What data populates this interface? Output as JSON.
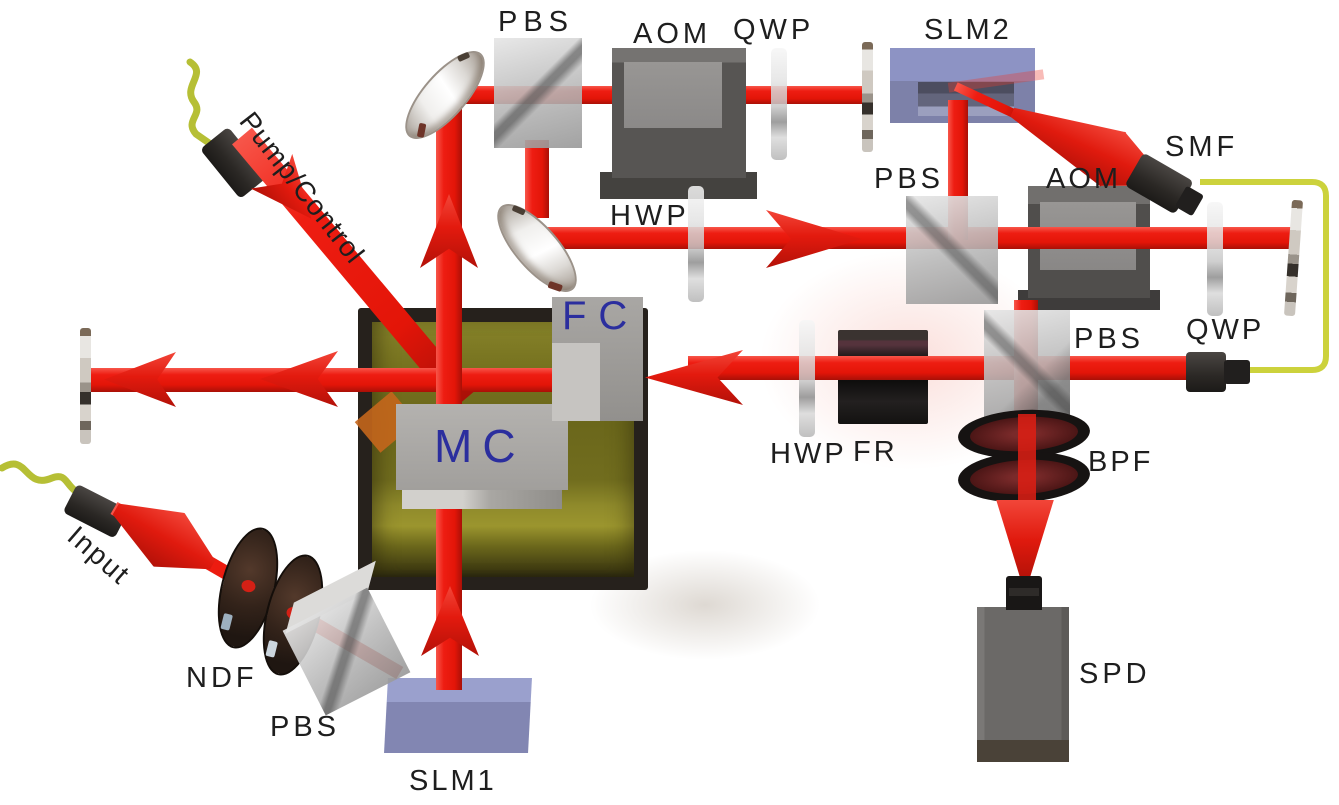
{
  "title": "Optical experiment setup 3D diagram",
  "labels": {
    "pbs_top": "PBS",
    "aom_top": "AOM",
    "qwp_top": "QWP",
    "slm2": "SLM2",
    "smf": "SMF",
    "hwp_mid": "HWP",
    "pbs_mid": "PBS",
    "aom_mid": "AOM",
    "qwp_mid": "QWP",
    "pump_control": "Pump/Control",
    "fc": "FC",
    "mc": "MC",
    "hwp_low": "HWP",
    "fr": "FR",
    "pbs_low": "PBS",
    "bpf": "BPF",
    "spd": "SPD",
    "input": "Input",
    "ndf": "NDF",
    "pbs_bottom": "PBS",
    "slm1": "SLM1"
  },
  "colors": {
    "beam_red": "#ee1d12",
    "fiber_yellow_green": "#bfc838",
    "slm_purple_top": "#8d93c4",
    "slm_purple_bottom": "#7d81a9",
    "label_dark": "#1e1e1e",
    "label_blue": "#2b2e9e",
    "cell_olive": "#6f6c1e",
    "cell_frame": "#26211c"
  }
}
